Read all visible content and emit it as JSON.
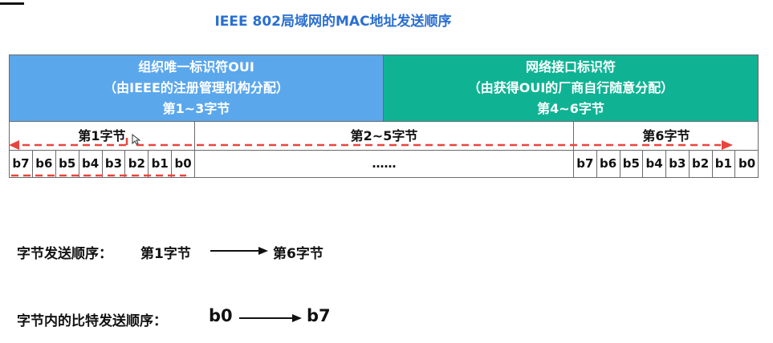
{
  "title": "IEEE 802局域网的MAC地址发送顺序",
  "oui_block": {
    "line1": "组织唯一标识符OUI",
    "line2": "（由IEEE的注册管理机构分配）",
    "line3": "第1~3字节",
    "color": "#5ba7ec"
  },
  "nic_block": {
    "line1": "网络接口标识符",
    "line2": "（由获得OUI的厂商自行随意分配）",
    "line3": "第4~6字节",
    "color": "#0fb394"
  },
  "bytes": {
    "first": "第1字节",
    "middle": "第2~5字节",
    "last": "第6字节"
  },
  "bits_first": [
    "b7",
    "b6",
    "b5",
    "b4",
    "b3",
    "b2",
    "b1",
    "b0"
  ],
  "bits_ellipsis": "……",
  "bits_last": [
    "b7",
    "b6",
    "b5",
    "b4",
    "b3",
    "b2",
    "b1",
    "b0"
  ],
  "arrow_color": "#e8453c",
  "byte_order": {
    "label": "字节发送顺序：",
    "from": "第1字节",
    "to": "第6字节"
  },
  "bit_order": {
    "label": "字节内的比特发送顺序：",
    "from": "b0",
    "to": "b7"
  }
}
